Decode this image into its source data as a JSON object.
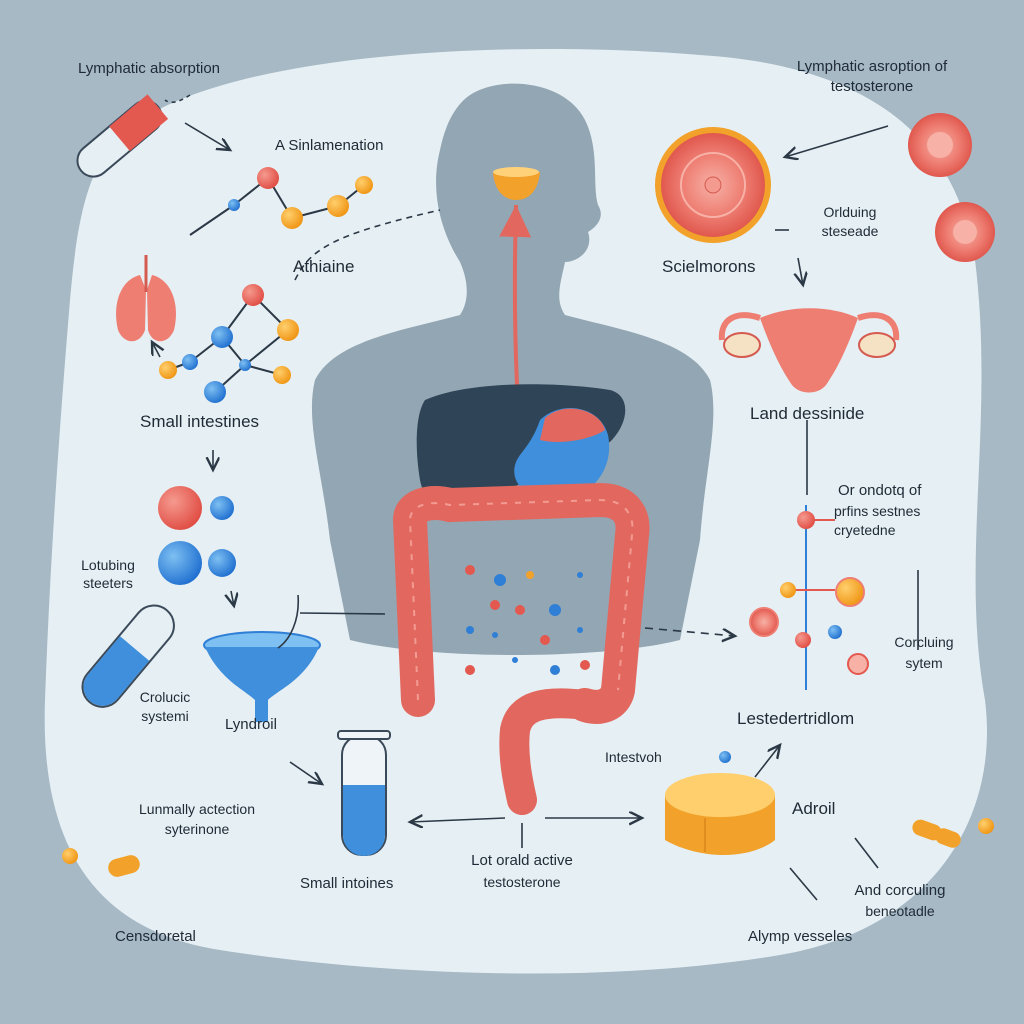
{
  "labels": {
    "top_left": "Lymphatic absorption",
    "top_right_1": "Lymphatic asroption of",
    "top_right_2": "testosterone",
    "a_sinlamenation": "A Sinlamenation",
    "athiaine": "Athiaine",
    "small_intestines_left": "Small intestines",
    "lotubing_1": "Lotubing",
    "lotubing_2": "steeters",
    "crolucic_1": "Crolucic",
    "crolucic_2": "systemi",
    "lyndroil": "Lyndroil",
    "lunmally_1": "Lunmally actection",
    "lunmally_2": "syterinone",
    "censdoretal": "Censdoretal",
    "small_intoines_bottom": "Small intoines",
    "lot_orald_1": "Lot orald active",
    "lot_orald_2": "testosterone",
    "intestvoh": "Intestvoh",
    "adroil": "Adroil",
    "and_corculing_1": "And corculing",
    "and_corculing_2": "beneotadle",
    "alymp_vesseles": "Alymp vesseles",
    "orlduing_1": "Orlduing",
    "orlduing_2": "steseade",
    "scielmorons": "Scielmorons",
    "land_dessinide": "Land dessinide",
    "orondotq_1": "Or ondotq of",
    "orondotq_2": "prfins sestnes",
    "orondotq_3": "cryetedne",
    "corcluing_1": "Corcluing",
    "corcluing_2": "sytem",
    "lestedertridlom": "Lestedertridlom"
  },
  "colors": {
    "background": "#a6b9c5",
    "panel": "#e6eff3",
    "silhouette": "#93a6b3",
    "intestine": "#e2685f",
    "liver": "#2f4456",
    "stomach_blue": "#3f8fdc",
    "molecule_orange": "#f2a12a",
    "molecule_blue": "#2f7fd6",
    "molecule_red": "#e3584f"
  }
}
